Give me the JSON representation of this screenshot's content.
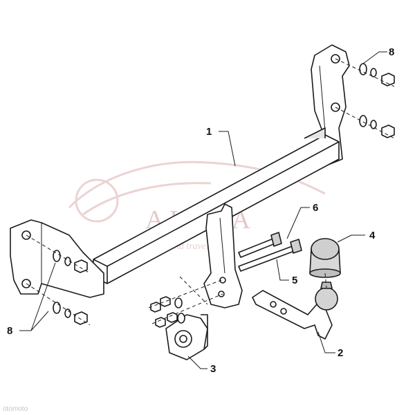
{
  "callouts": {
    "c1": "1",
    "c2": "2",
    "c3": "3",
    "c4": "4",
    "c5": "5",
    "c6": "6",
    "c8a": "8",
    "c8b": "8"
  },
  "watermark": {
    "brand": "A I A K A",
    "tagline": "pack and travel"
  },
  "corner_mark": "otomoto",
  "colors": {
    "line": "#1a1a1a",
    "shade": "#c8c8c8",
    "ball": "#cfcfcf",
    "watermark": "#e3c9c9"
  }
}
